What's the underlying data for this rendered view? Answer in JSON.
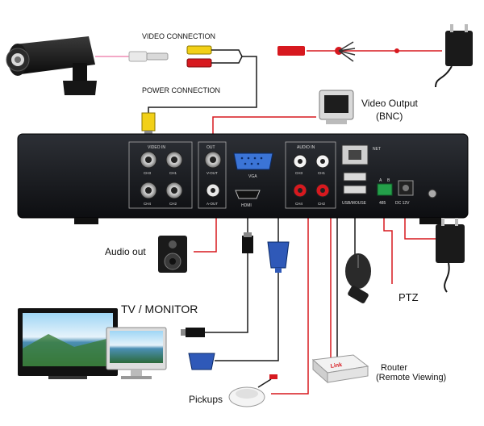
{
  "labels": {
    "video_connection": "VIDEO CONNECTION",
    "power_connection": "POWER CONNECTION",
    "video_output_line1": "Video Output",
    "video_output_line2": "(BNC)",
    "audio_out": "Audio out",
    "tv_monitor": "TV / MONITOR",
    "ptz": "PTZ",
    "router_line1": "Router",
    "router_line2": "(Remote Viewing)",
    "pickups": "Pickups"
  },
  "panel": {
    "video_in": "VIDEO IN",
    "out": "OUT",
    "audio_in": "AUDIO IN",
    "net": "NET",
    "vga": "VGA",
    "hdmi": "HDMI",
    "usb_mouse": "USB/MOUSE",
    "dc12v": "DC 12V",
    "rs485": "485",
    "ch3": "CH3",
    "ch1": "CH1",
    "ch4": "CH4",
    "ch2": "CH2",
    "v_out": "V-OUT",
    "a_out": "A-OUT",
    "a_label": "A",
    "b_label": "B"
  },
  "router_brand": "Link",
  "colors": {
    "wire_red": "#d7191f",
    "wire_black": "#1a1a1a",
    "dvr_panel": "#17191d",
    "accent_yellow": "#f2d017"
  }
}
